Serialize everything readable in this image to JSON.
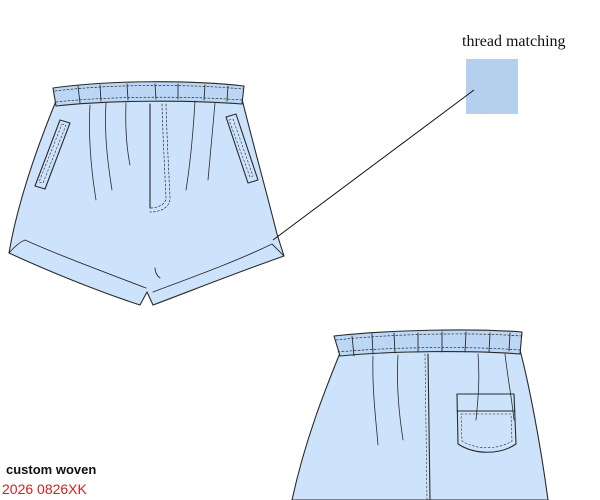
{
  "callout": {
    "label": "thread matching",
    "swatch_color": "#b5d0ee"
  },
  "footer": {
    "line1": "custom woven",
    "line2": "2026 0826XK",
    "line2_color": "#d41f1f"
  },
  "colors": {
    "fabric": "#cde3fb",
    "waistband": "#bcd7f5",
    "outline": "#2a2a2a"
  }
}
